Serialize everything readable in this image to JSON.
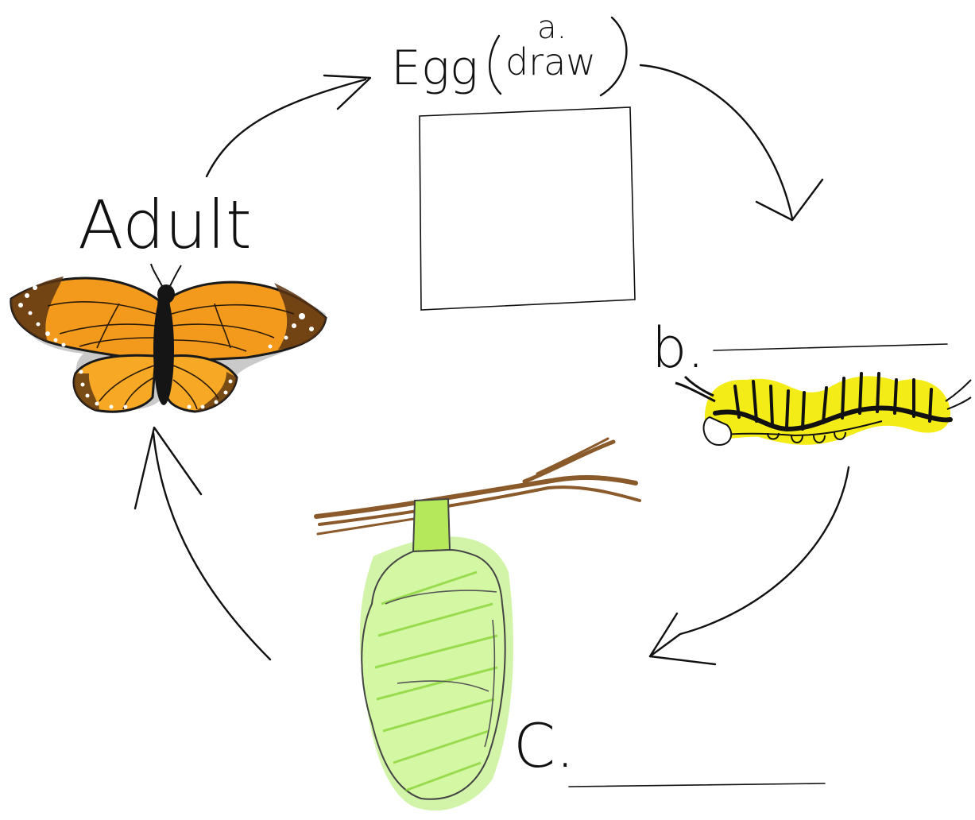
{
  "title": "",
  "stages": {
    "egg": {
      "label": "Egg",
      "marker": "a.",
      "instruction": "draw"
    },
    "larva": {
      "marker": "b."
    },
    "pupa": {
      "marker": "C."
    },
    "adult": {
      "label": "Adult"
    }
  },
  "colors": {
    "ink": "#111111",
    "wing_orange": "#f39a1c",
    "wing_dark": "#5a3412",
    "caterpillar_yellow": "#f3ec16",
    "chrysalis_green": "#c8ef8a",
    "twig_brown": "#8a5a2b"
  },
  "icons": [
    "butterfly-illustration",
    "caterpillar-illustration",
    "chrysalis-illustration",
    "twig-illustration"
  ]
}
